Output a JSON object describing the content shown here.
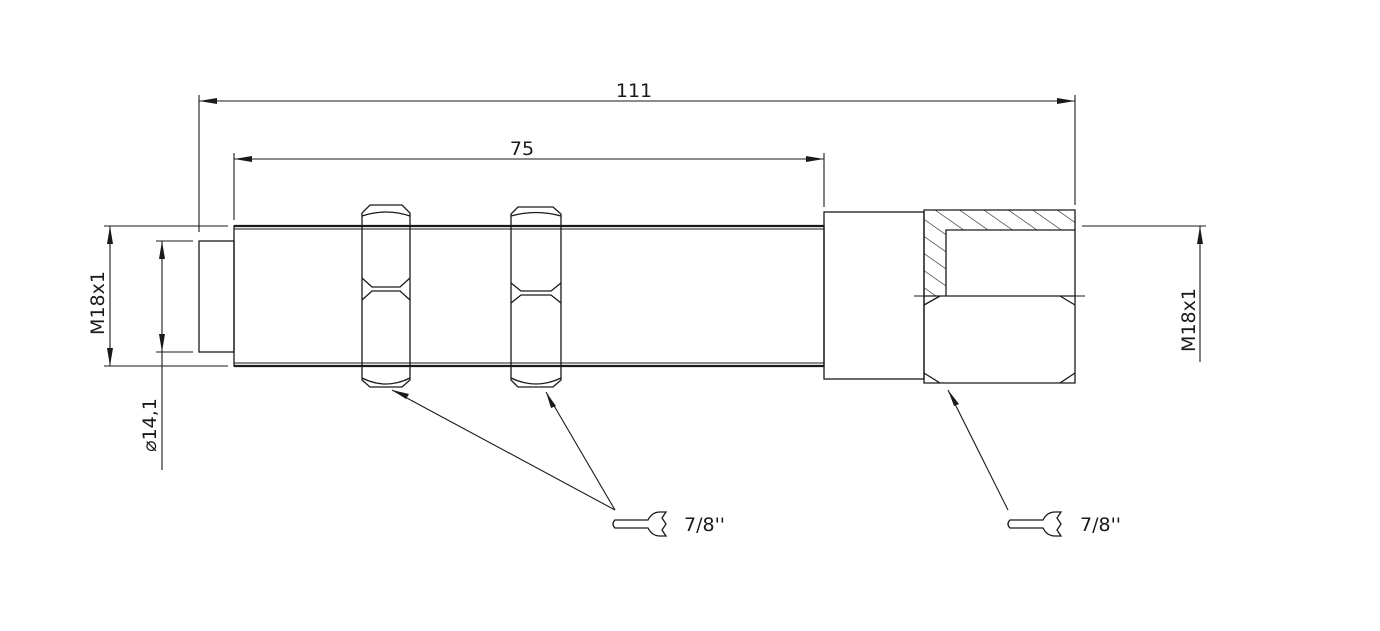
{
  "dimensions": {
    "total_length": "111",
    "thread_length": "75",
    "left_thread": "M18x1",
    "right_thread": "M18x1",
    "end_diameter": "⌀14,1"
  },
  "wrench_labels": {
    "nuts": "7/8''",
    "connector": "7/8''"
  },
  "icons": {
    "wrench": "wrench-icon"
  }
}
